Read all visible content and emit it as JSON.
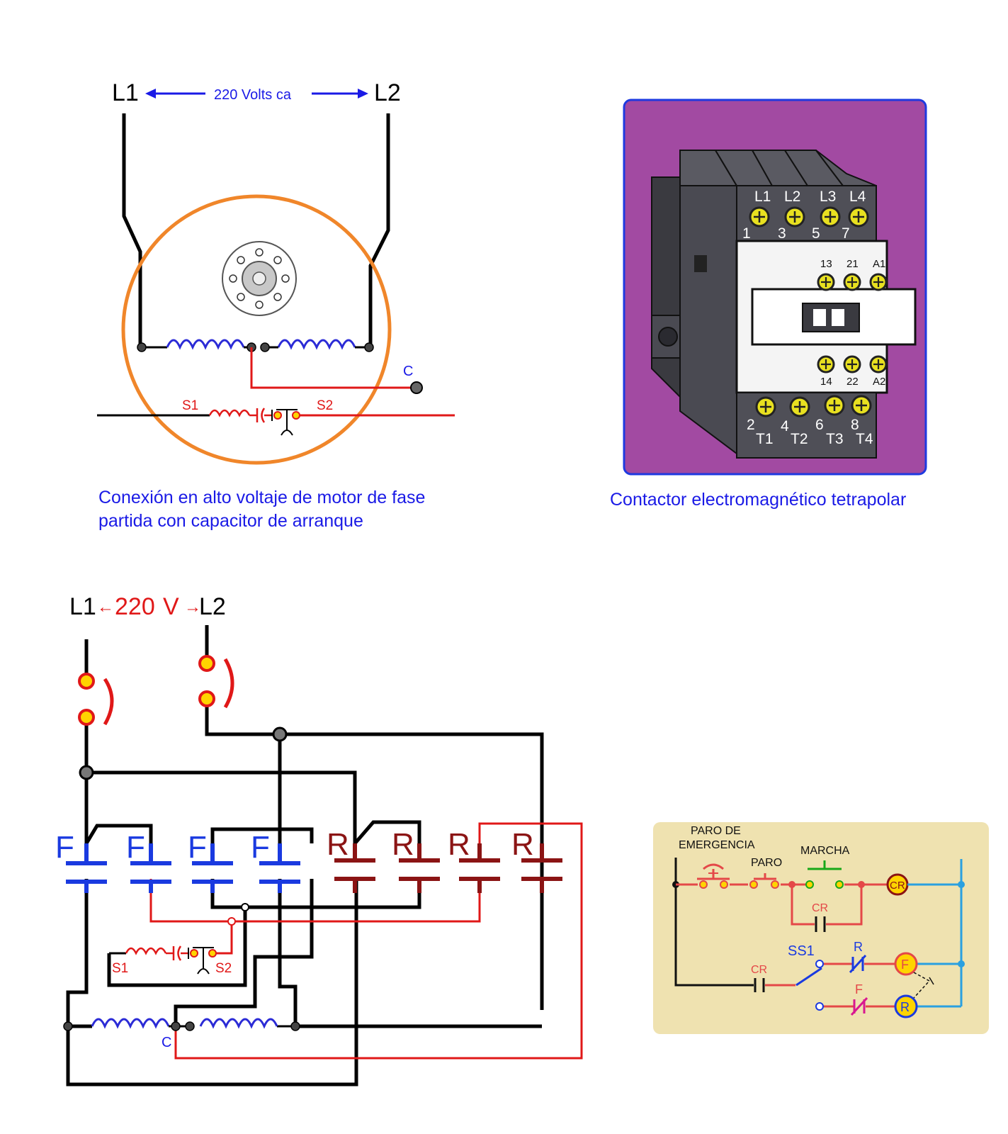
{
  "motor_diagram": {
    "l1": "L1",
    "l2": "L2",
    "voltage": "220 Volts ca",
    "terminal_c": "C",
    "s1": "S1",
    "s2": "S2",
    "caption_line1": "Conexión en alto voltaje de motor de fase",
    "caption_line2": "partida con capacitor de arranque"
  },
  "contactor": {
    "top_labels": [
      "L1",
      "L2",
      "L3",
      "L4"
    ],
    "top_numbers": [
      "1",
      "3",
      "5",
      "7"
    ],
    "aux_top": [
      "13",
      "21",
      "A1"
    ],
    "aux_bottom": [
      "14",
      "22",
      "A2"
    ],
    "bottom_numbers": [
      "2",
      "4",
      "6",
      "8"
    ],
    "bottom_labels": [
      "T1",
      "T2",
      "T3",
      "T4"
    ],
    "caption": "Contactor electromagnético tetrapolar",
    "panel_color": "#a24aa2"
  },
  "power_circuit": {
    "l1": "L1",
    "arrow_left": "←",
    "voltage": "220",
    "unit": "V",
    "arrow_right": "→",
    "l2": "L2",
    "f_label": "F",
    "r_label": "R",
    "s1": "S1",
    "s2": "S2",
    "terminal_c": "C"
  },
  "control_circuit": {
    "emergency_line1": "PARO DE",
    "emergency_line2": "EMERGENCIA",
    "stop": "PARO",
    "start": "MARCHA",
    "cr_coil": "CR",
    "cr_contact": "CR",
    "cr_contact2": "CR",
    "ss1": "SS1",
    "r_interlock": "R",
    "f_interlock": "F",
    "f_coil": "F",
    "r_coil": "R",
    "panel_color": "#efe2b0"
  }
}
